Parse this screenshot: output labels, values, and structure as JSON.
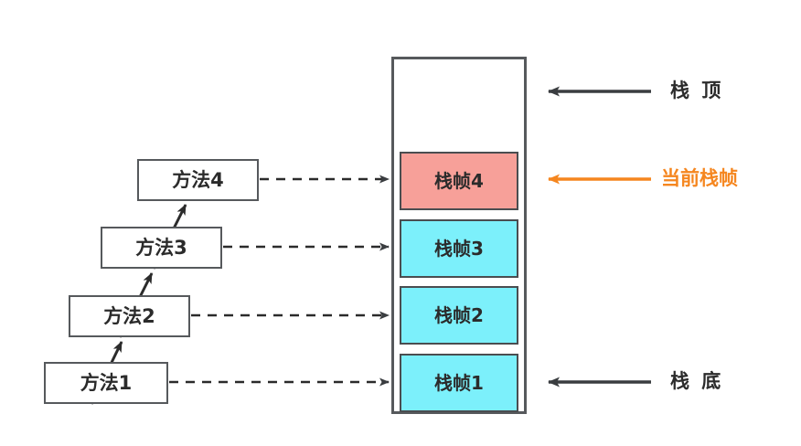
{
  "diagram": {
    "title": "JVM Stack Frames Diagram",
    "colors": {
      "frame_active_fill": "#f7a099",
      "frame_fill": "#7cf0fb",
      "box_border": "#56595c",
      "line_dark": "#3a3d40",
      "accent_orange": "#f5861f",
      "background": "#ffffff"
    },
    "methods": [
      {
        "label": "方法4",
        "name": "method-4"
      },
      {
        "label": "方法3",
        "name": "method-3"
      },
      {
        "label": "方法2",
        "name": "method-2"
      },
      {
        "label": "方法1",
        "name": "method-1"
      }
    ],
    "frames": [
      {
        "label": "栈帧4",
        "name": "stack-frame-4",
        "state": "active"
      },
      {
        "label": "栈帧3",
        "name": "stack-frame-3",
        "state": "normal"
      },
      {
        "label": "栈帧2",
        "name": "stack-frame-2",
        "state": "normal"
      },
      {
        "label": "栈帧1",
        "name": "stack-frame-1",
        "state": "normal"
      }
    ],
    "annotations": [
      {
        "label": "栈 顶",
        "name": "stack-top",
        "color": "dark"
      },
      {
        "label": "当前栈帧",
        "name": "current-stack-frame",
        "color": "orange"
      },
      {
        "label": "栈 底",
        "name": "stack-bottom",
        "color": "dark"
      }
    ]
  }
}
